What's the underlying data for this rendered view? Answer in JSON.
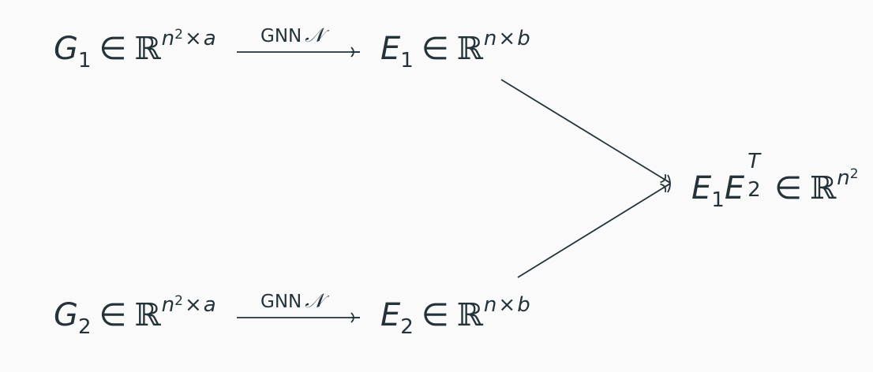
{
  "nodes": {
    "g1": {
      "base": "G",
      "sub": "1",
      "in": "∈",
      "field": "ℝ",
      "exp_var": "n",
      "exp_pow": "2",
      "exp_times": "×",
      "exp_tail": "a"
    },
    "g2": {
      "base": "G",
      "sub": "2",
      "in": "∈",
      "field": "ℝ",
      "exp_var": "n",
      "exp_pow": "2",
      "exp_times": "×",
      "exp_tail": "a"
    },
    "e1": {
      "base": "E",
      "sub": "1",
      "in": "∈",
      "field": "ℝ",
      "exp_var": "n",
      "exp_times": "×",
      "exp_tail": "b"
    },
    "e2": {
      "base": "E",
      "sub": "2",
      "in": "∈",
      "field": "ℝ",
      "exp_var": "n",
      "exp_times": "×",
      "exp_tail": "b"
    },
    "product": {
      "base1": "E",
      "sub1": "1",
      "base2": "E",
      "sub2": "2",
      "sup2": "T",
      "in": "∈",
      "field": "ℝ",
      "exp_var": "n",
      "exp_pow": "2"
    }
  },
  "arrows": {
    "top": {
      "label_text": "GNN",
      "label_symbol": "𝒩"
    },
    "bottom": {
      "label_text": "GNN",
      "label_symbol": "𝒩"
    }
  },
  "colors": {
    "ink": "#24333a",
    "background": "#fafafa"
  }
}
